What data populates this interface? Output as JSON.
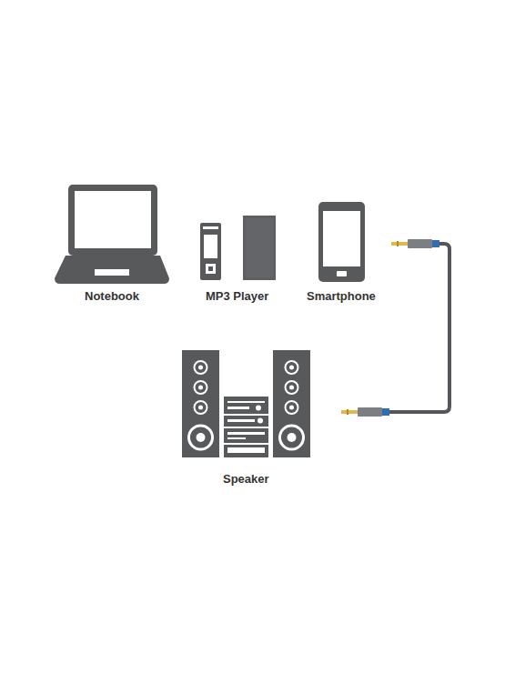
{
  "diagram": {
    "labels": [
      "Notebook",
      "MP3 Player",
      "Smartphone",
      "Speaker"
    ]
  }
}
